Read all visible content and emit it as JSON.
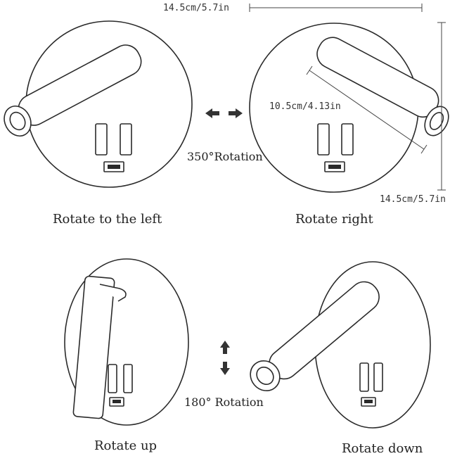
{
  "dimensions": {
    "width_label": "14.5cm/5.7in",
    "height_label": "14.5cm/5.7in",
    "arm_label": "10.5cm/4.13in"
  },
  "rotations": {
    "horizontal": "350°Rotation",
    "vertical": "180° Rotation"
  },
  "panels": {
    "top_left": "Rotate to the left",
    "top_right": "Rotate right",
    "bottom_left": "Rotate up",
    "bottom_right": "Rotate down"
  },
  "icons": {
    "horizontal_arrows": "left-right-arrows-icon",
    "vertical_arrows": "up-down-arrows-icon"
  }
}
